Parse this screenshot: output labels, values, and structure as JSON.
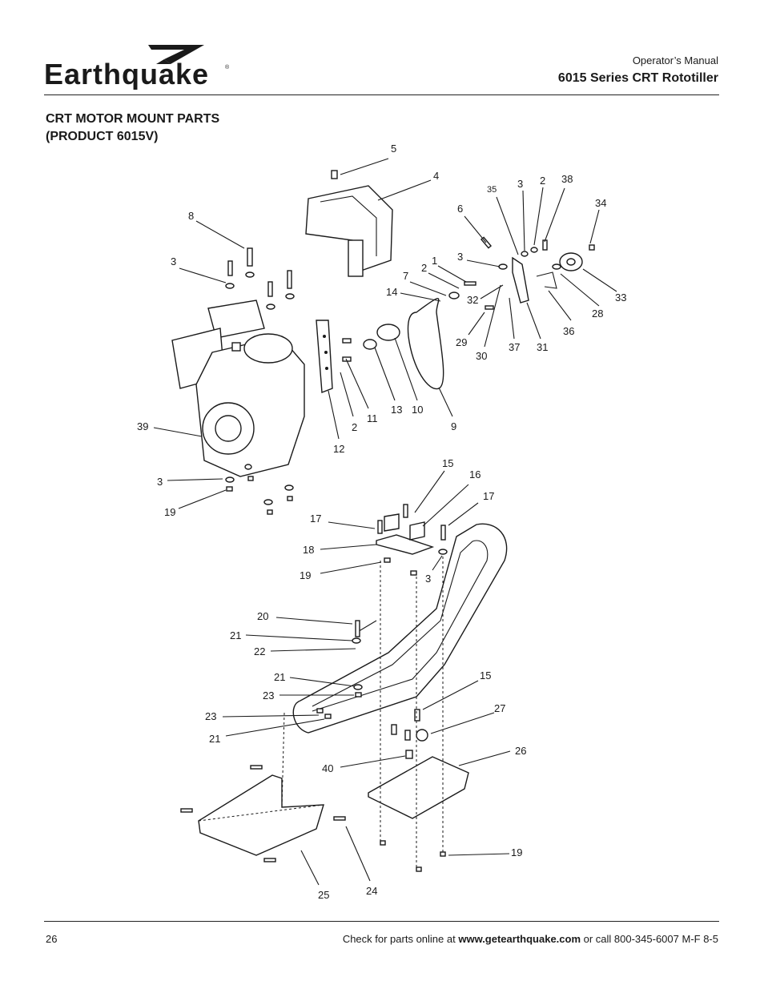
{
  "header": {
    "brand": "Earthquake",
    "manual": "Operator’s Manual",
    "series": "6015 Series CRT Rototiller"
  },
  "section": {
    "title_line1": "CRT MOTOR MOUNT PARTS",
    "title_line2": "(PRODUCT 6015V)"
  },
  "diagram": {
    "callouts": [
      "5",
      "4",
      "35",
      "3",
      "2",
      "38",
      "34",
      "6",
      "8",
      "3",
      "1",
      "3",
      "7",
      "2",
      "14",
      "32",
      "33",
      "28",
      "36",
      "29",
      "30",
      "37",
      "31",
      "39",
      "12",
      "2",
      "11",
      "13",
      "10",
      "9",
      "3",
      "19",
      "15",
      "16",
      "17",
      "17",
      "18",
      "19",
      "3",
      "20",
      "21",
      "22",
      "21",
      "23",
      "15",
      "23",
      "21",
      "27",
      "26",
      "40",
      "19",
      "25",
      "24"
    ]
  },
  "footer": {
    "page": "26",
    "text_before": "Check for parts online at ",
    "url": "www.getearthquake.com",
    "text_after": " or call 800-345-6007 M-F 8-5"
  }
}
